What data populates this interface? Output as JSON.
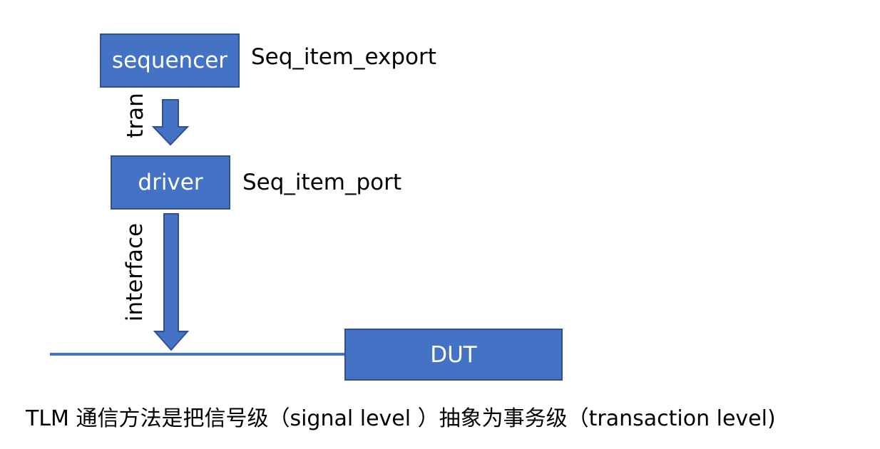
{
  "nodes": {
    "sequencer": "sequencer",
    "driver": "driver",
    "dut": "DUT"
  },
  "annotations": {
    "seq_item_export": "Seq_item_export",
    "seq_item_port": "Seq_item_port"
  },
  "edges": {
    "sequencer_to_driver": "tran",
    "driver_to_bus": "interface"
  },
  "caption": "TLM 通信方法是把信号级（signal level ）抽象为事务级（transaction level)",
  "colors": {
    "box_fill": "#4472C4",
    "box_border": "#2F528F",
    "box_text": "#ffffff"
  }
}
